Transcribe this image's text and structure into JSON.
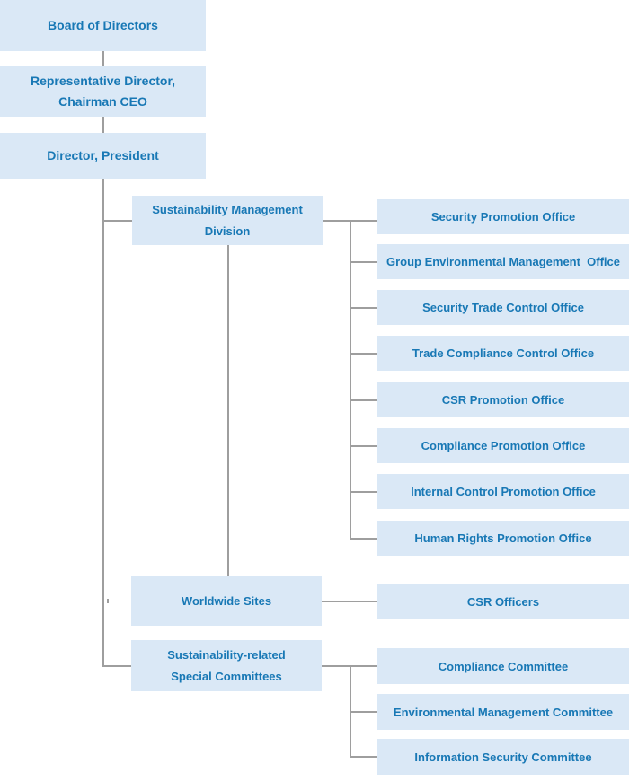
{
  "diagram_type": "organizational-chart",
  "palette": {
    "box_fill": "#dae8f6",
    "text_color": "#1878b5",
    "connector_color": "#9e9e9e",
    "background": "#ffffff"
  },
  "org": {
    "board": "Board of Directors",
    "chairman": {
      "line1": "Representative Director,",
      "line2": "Chairman CEO"
    },
    "president": "Director, President",
    "division": {
      "line1": "Sustainability Management",
      "line2": "Division"
    },
    "offices": [
      "Security Promotion Office",
      "Group Environmental Management  Office",
      "Security Trade Control Office",
      "Trade Compliance Control Office",
      "CSR Promotion Office",
      "Compliance Promotion Office",
      "Internal Control Promotion Office",
      "Human Rights Promotion Office"
    ],
    "worldwide": "Worldwide Sites",
    "csr_officers": "CSR Officers",
    "special_committees_head": {
      "line1": "Sustainability-related",
      "line2": "Special Committees"
    },
    "special_committees": [
      "Compliance Committee",
      "Environmental Management Committee",
      "Information Security Committee"
    ]
  }
}
